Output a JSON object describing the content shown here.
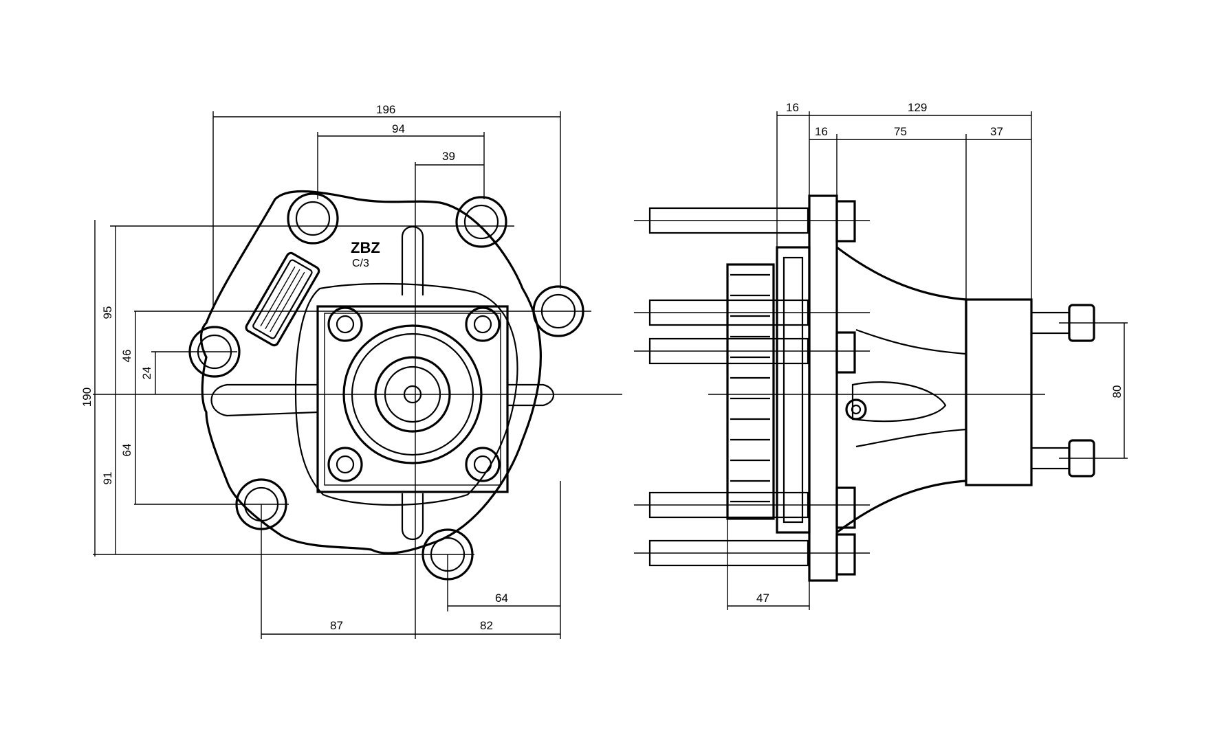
{
  "front_view": {
    "marking_logo": "ZBZ",
    "marking_code": "C/3",
    "dims": {
      "overall_width": "196",
      "bolt_spacing": "94",
      "offset_39": "39",
      "height_95": "95",
      "height_46": "46",
      "height_24": "24",
      "overall_height": "190",
      "height_64": "64",
      "height_91": "91",
      "bottom_64": "64",
      "bottom_87": "87",
      "bottom_82": "82"
    }
  },
  "side_view": {
    "dims": {
      "top_16": "16",
      "top_129": "129",
      "second_16": "16",
      "mid_75": "75",
      "right_37": "37",
      "bolt_80": "80",
      "bottom_47": "47"
    }
  }
}
